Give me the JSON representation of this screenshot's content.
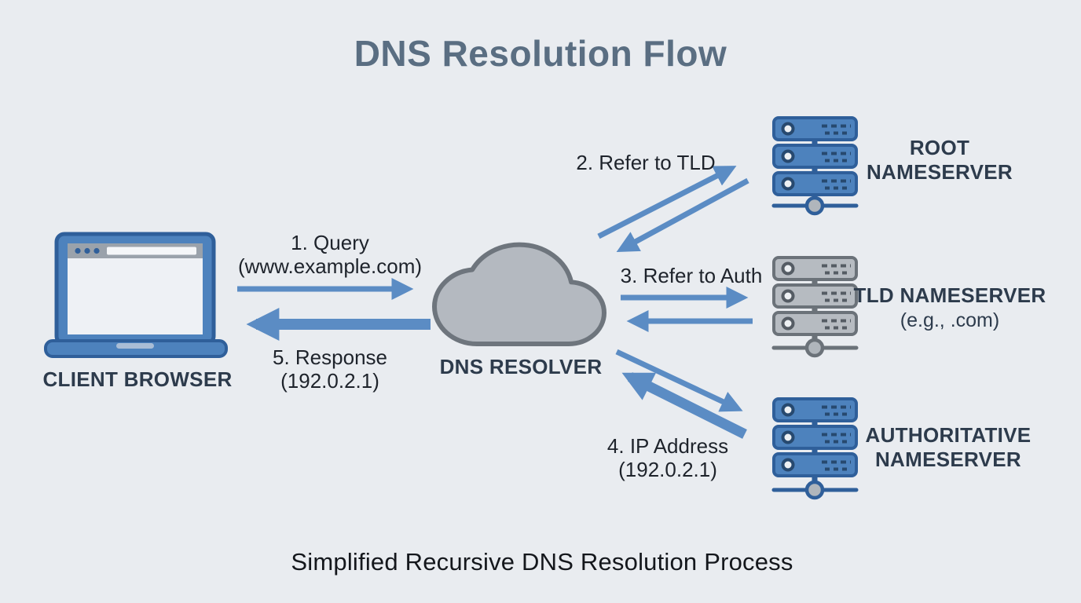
{
  "title": "DNS Resolution Flow",
  "caption": "Simplified Recursive DNS Resolution Process",
  "nodes": {
    "client": {
      "label": "CLIENT BROWSER"
    },
    "resolver": {
      "label": "DNS RESOLVER"
    },
    "root": {
      "label_line1": "ROOT",
      "label_line2": "NAMESERVER"
    },
    "tld": {
      "label_line1": "TLD NAMESERVER",
      "label_line2": "(e.g., .com)"
    },
    "auth": {
      "label_line1": "AUTHORITATIVE",
      "label_line2": "NAMESERVER"
    }
  },
  "flows": {
    "query": {
      "line1": "1. Query",
      "line2": "(www.example.com)",
      "from": "client",
      "to": "resolver"
    },
    "refer_tld": {
      "line1": "2. Refer to TLD",
      "from": "resolver",
      "to": "root"
    },
    "refer_auth": {
      "line1": "3. Refer to Auth",
      "from": "resolver",
      "to": "tld"
    },
    "ip_address": {
      "line1": "4. IP Address",
      "line2": "(192.0.2.1)",
      "from": "auth",
      "to": "resolver"
    },
    "response": {
      "line1": "5. Response",
      "line2": "(192.0.2.1)",
      "from": "resolver",
      "to": "client"
    }
  },
  "colors": {
    "bg": "#e9ecf0",
    "title": "#5a6e82",
    "node_label": "#2d3b4c",
    "flow_label": "#1e232b",
    "caption": "#14171c",
    "arrow": "#5b8cc4",
    "server_blue": "#4d82bd",
    "server_blue_border": "#2f5f9a",
    "server_blue_accent": "#27496f",
    "server_gray": "#b6bbc1",
    "server_gray_border": "#6b7279",
    "server_gray_accent": "#555c64",
    "cloud_fill": "#b4b9c0",
    "cloud_border": "#6e757d",
    "screen": "#eef1f5",
    "browser_bar": "#9aa2ab",
    "url_bar": "#f4f6f8",
    "node_dot": "#b0b6bc"
  }
}
